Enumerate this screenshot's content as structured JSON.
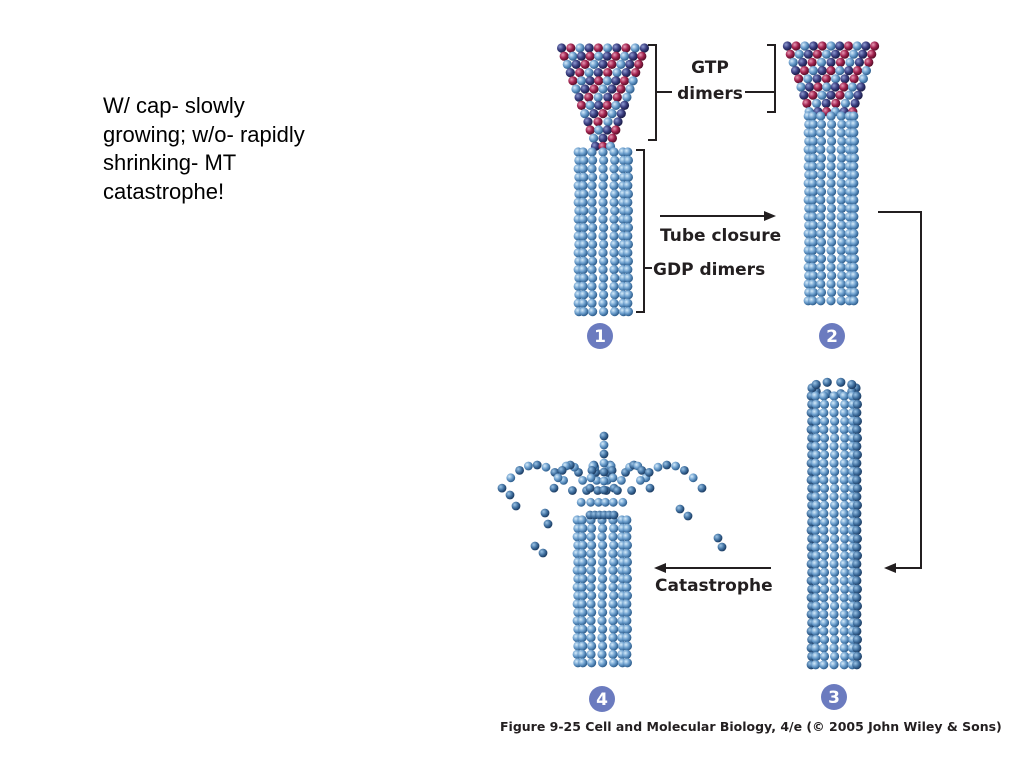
{
  "slide_note": "W/ cap- slowly\ngrowing; w/o- rapidly\nshrinking- MT\ncatastrophe!",
  "figure": {
    "labels": {
      "gtp_line1": "GTP",
      "gtp_line2": "dimers",
      "gdp": "GDP dimers",
      "tube_closure": "Tube closure",
      "catastrophe": "Catastrophe"
    },
    "stages": [
      "1",
      "2",
      "3",
      "4"
    ],
    "caption": "Figure 9-25  Cell and Molecular Biology, 4/e (© 2005 John Wiley & Sons)"
  },
  "colors": {
    "gdp_subunit": "#6a9dcc",
    "gtp_subunit": "#a3234f",
    "badge": "#6b7bbf",
    "arrow": "#231f20"
  }
}
